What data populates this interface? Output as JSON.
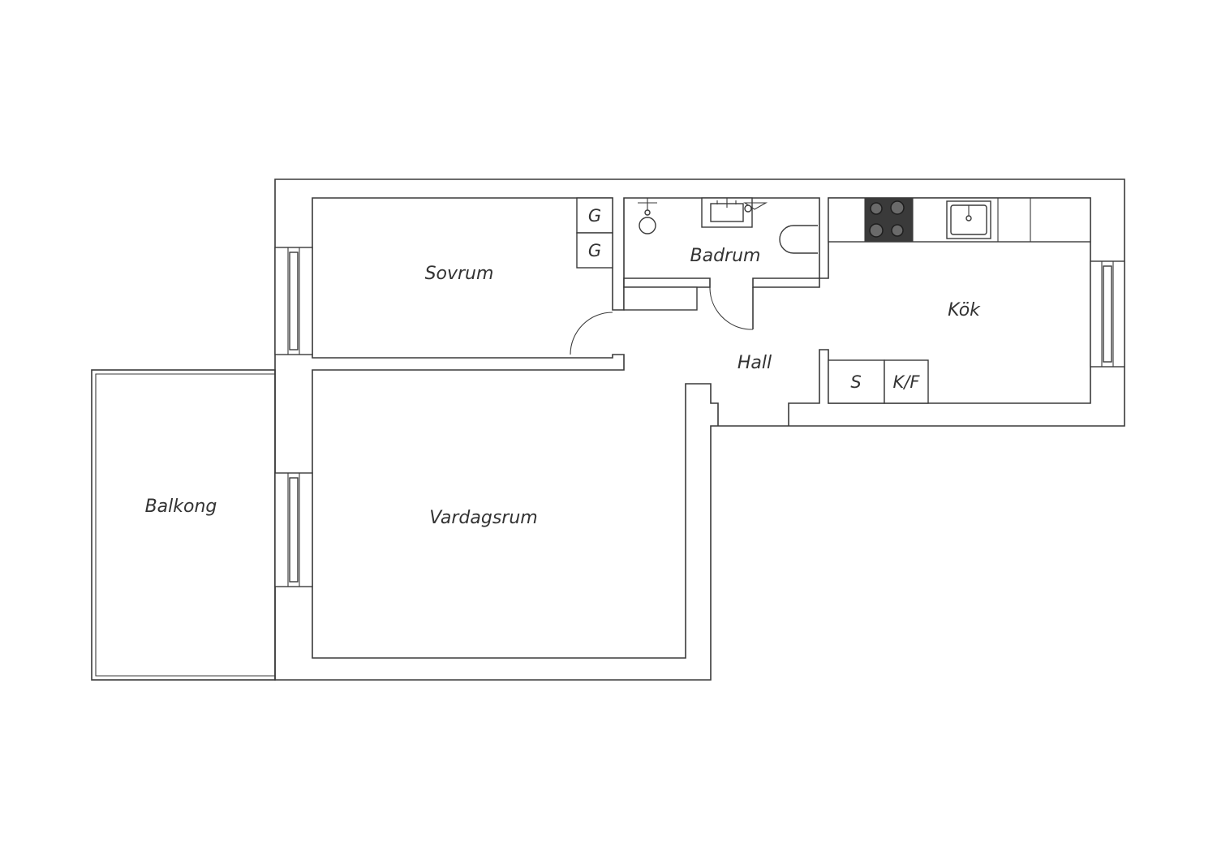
{
  "rooms": {
    "sovrum": "Sovrum",
    "badrum": "Badrum",
    "kok": "Kök",
    "hall": "Hall",
    "vardagsrum": "Vardagsrum",
    "balkong": "Balkong"
  },
  "fixtures": {
    "wardrobe_1": "G",
    "wardrobe_2": "G",
    "freezer": "S",
    "fridge_freezer": "K/F"
  },
  "colors": {
    "line": "#3a3a3a",
    "text": "#333333",
    "background": "#ffffff"
  }
}
